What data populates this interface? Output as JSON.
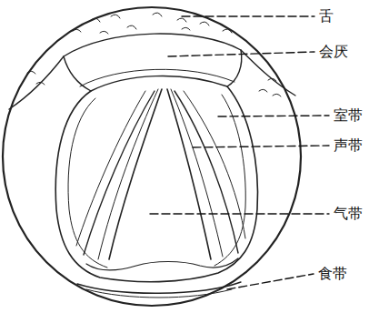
{
  "diagram": {
    "labels": [
      "舌",
      "会厌",
      "室带",
      "声带",
      "气带",
      "食带"
    ]
  }
}
